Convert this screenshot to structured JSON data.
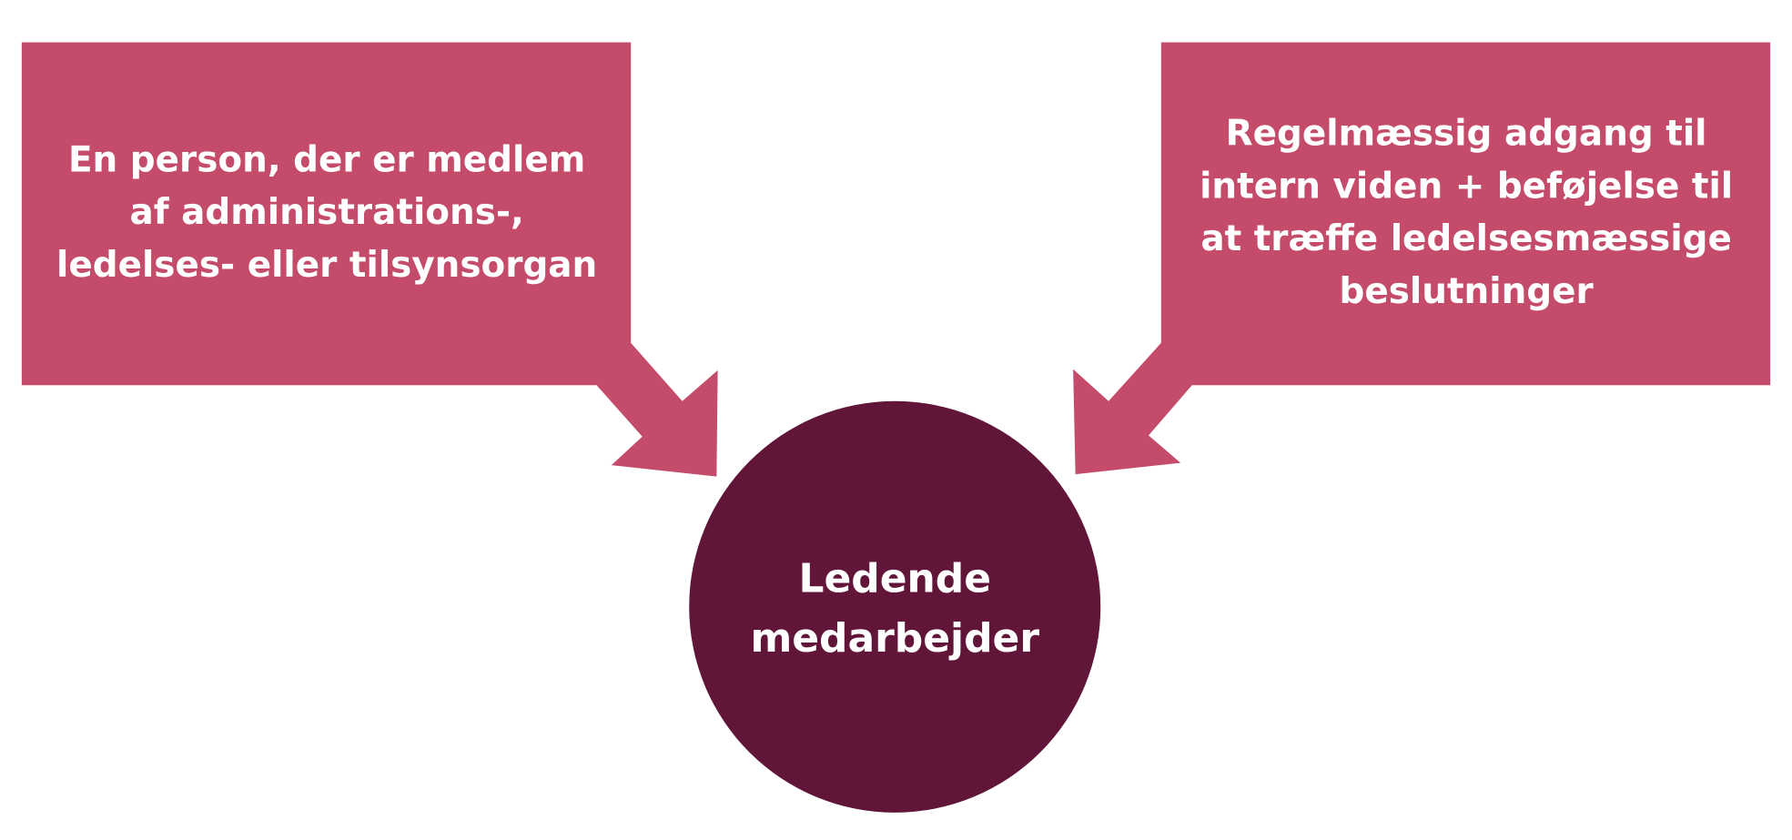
{
  "colors": {
    "box": "#C44B69",
    "circle": "#611539",
    "text": "#FFFFFF"
  },
  "left_box": {
    "lines": [
      "En person, der er medlem",
      "af administrations-,",
      "ledelses- eller tilsynsorgan"
    ]
  },
  "right_box": {
    "lines": [
      "Regelmæssig adgang til",
      "intern viden + beføjelse til",
      "at træffe ledelsesmæssige",
      "beslutninger"
    ]
  },
  "center": {
    "lines": [
      "Ledende",
      "medarbejder"
    ]
  }
}
